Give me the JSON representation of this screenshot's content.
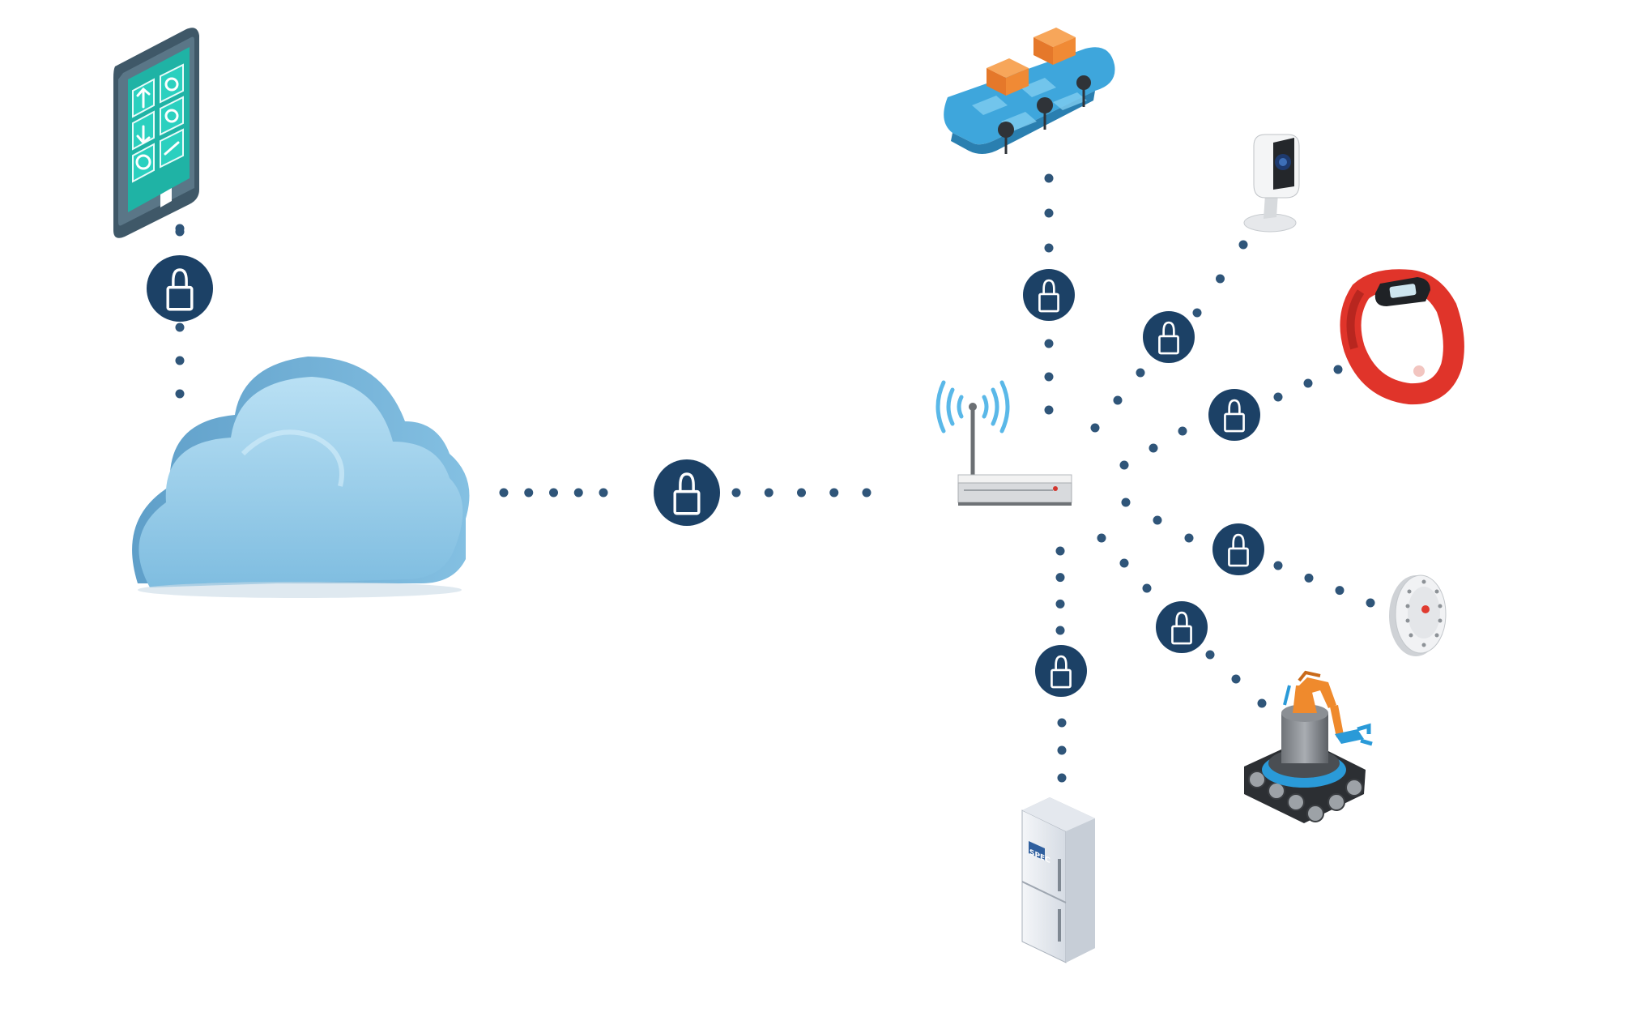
{
  "diagram": {
    "description_type": "secure-iot-network",
    "colors": {
      "dot": "#2f5579",
      "lock_badge": "#1c4166",
      "lock_glyph": "#ffffff",
      "cloud": "#8ecae6",
      "cloud_shade": "#5b9dc7",
      "phone_screen": "#1fb3a5",
      "wifi_waves": "#5ab8e8",
      "watch_band": "#e0342a",
      "crate": "#f08a35",
      "robot_orange": "#ef8a2d",
      "robot_blue": "#2a9ad8"
    },
    "nodes": [
      {
        "id": "cloud",
        "icon": "cloud-icon"
      },
      {
        "id": "smartphone",
        "icon": "smartphone-icon"
      },
      {
        "id": "router",
        "icon": "wifi-router-icon"
      },
      {
        "id": "conveyor",
        "icon": "conveyor-belt-icon"
      },
      {
        "id": "camera",
        "icon": "security-camera-icon"
      },
      {
        "id": "wearable",
        "icon": "fitness-tracker-icon"
      },
      {
        "id": "smoke_detector",
        "icon": "smoke-detector-icon"
      },
      {
        "id": "robot",
        "icon": "industrial-robot-icon"
      },
      {
        "id": "fridge",
        "icon": "smart-fridge-icon"
      }
    ],
    "links": [
      {
        "from": "smartphone",
        "to": "cloud",
        "secured": true
      },
      {
        "from": "cloud",
        "to": "router",
        "secured": true
      },
      {
        "from": "router",
        "to": "conveyor",
        "secured": true
      },
      {
        "from": "router",
        "to": "camera",
        "secured": true
      },
      {
        "from": "router",
        "to": "wearable",
        "secured": true
      },
      {
        "from": "router",
        "to": "smoke_detector",
        "secured": true
      },
      {
        "from": "router",
        "to": "robot",
        "secured": true
      },
      {
        "from": "router",
        "to": "fridge",
        "secured": true
      }
    ],
    "fridge_badge_text": "SPEC"
  }
}
